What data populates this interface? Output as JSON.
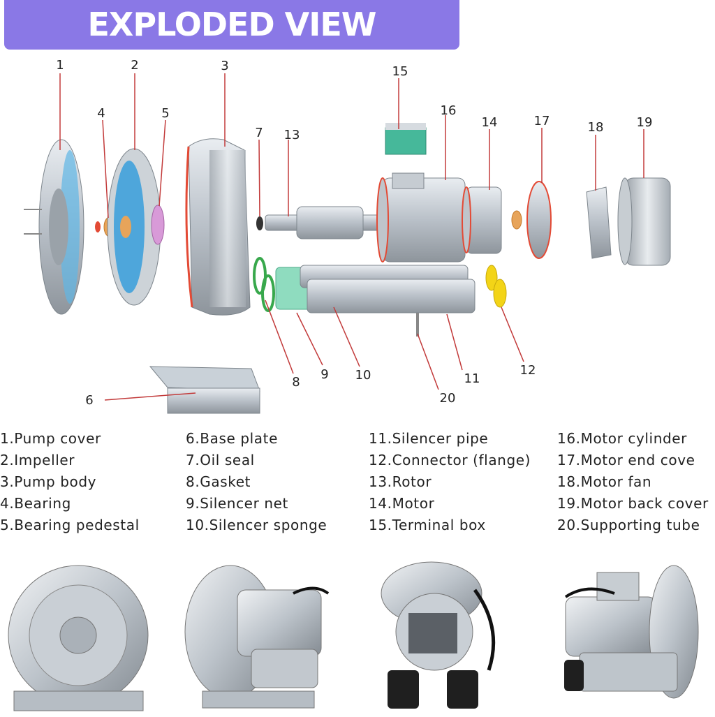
{
  "title": "EXPLODED VIEW",
  "callouts": [
    "1",
    "2",
    "3",
    "4",
    "5",
    "6",
    "7",
    "8",
    "9",
    "10",
    "11",
    "12",
    "13",
    "14",
    "15",
    "16",
    "17",
    "18",
    "19",
    "20"
  ],
  "legend": [
    "1.Pump cover",
    "2.Impeller",
    "3.Pump body",
    "4.Bearing",
    "5.Bearing pedestal",
    "6.Base plate",
    "7.Oil seal",
    "8.Gasket",
    "9.Silencer net",
    "10.Silencer sponge",
    "11.Silencer pipe",
    "12.Connector (flange)",
    "13.Rotor",
    "14.Motor",
    "15.Terminal box",
    "16.Motor cylinder",
    "17.Motor end cove",
    "18.Motor fan",
    "19.Motor back cover",
    "20.Supporting tube"
  ]
}
